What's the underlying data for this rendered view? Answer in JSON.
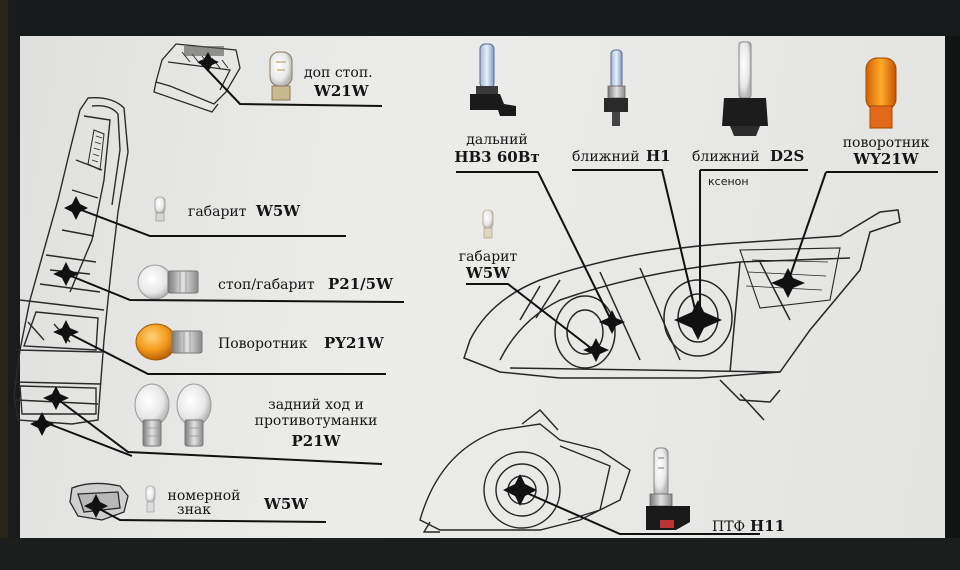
{
  "labels": {
    "dop_stop": {
      "name": "доп стоп.",
      "code": "W21W"
    },
    "gabarit_rear": {
      "name": "габарит",
      "code": "W5W"
    },
    "stop_gabarit": {
      "name": "стоп/габарит",
      "code": "P21/5W"
    },
    "povorotnik_rear": {
      "name": "Поворотник",
      "code": "PY21W"
    },
    "reverse_fog": {
      "line1": "задний ход и",
      "line2": "противотуманки",
      "code": "P21W"
    },
    "nomernoy": {
      "line1": "номерной",
      "line2": "знак",
      "code": "W5W"
    },
    "dalniy": {
      "name": "дальний",
      "code": "HB3 60Вт"
    },
    "blizhniy_h1": {
      "name": "ближний",
      "code": "H1"
    },
    "blizhniy_d2s": {
      "name": "ближний",
      "code": "D2S",
      "note": "ксенон"
    },
    "povorotnik_front": {
      "name": "поворотник",
      "code": "WY21W"
    },
    "gabarit_front": {
      "name": "габарит",
      "code": "W5W"
    },
    "ptf": {
      "name": "ПТФ",
      "code": "H11"
    }
  },
  "colors": {
    "panel": "#ececea",
    "frame": "#151818",
    "amber_bulb": "#f39a1a",
    "ink": "#151515"
  }
}
